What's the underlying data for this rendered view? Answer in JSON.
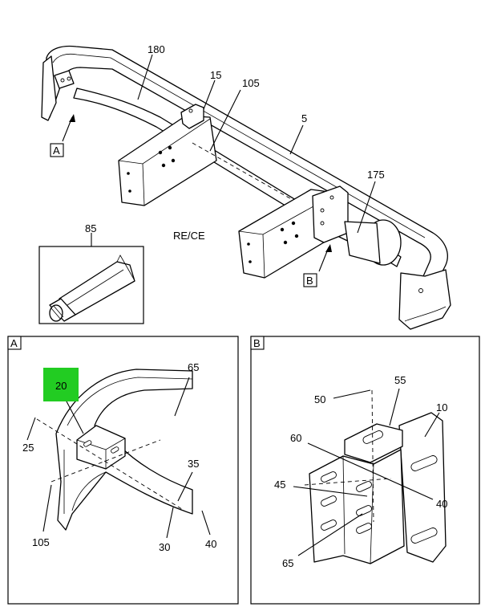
{
  "main_view": {
    "callouts": [
      "180",
      "15",
      "105",
      "5",
      "175"
    ],
    "note": "RE/CE",
    "view_tags": [
      "A",
      "B"
    ]
  },
  "inset_85": {
    "callout": "85"
  },
  "detail_a": {
    "tag": "A",
    "highlighted_callout": "20",
    "highlight_color": "#22cc22",
    "callouts": [
      "65",
      "25",
      "35",
      "105",
      "30",
      "40"
    ]
  },
  "detail_b": {
    "tag": "B",
    "callouts": [
      "55",
      "50",
      "10",
      "60",
      "45",
      "40",
      "65"
    ]
  }
}
